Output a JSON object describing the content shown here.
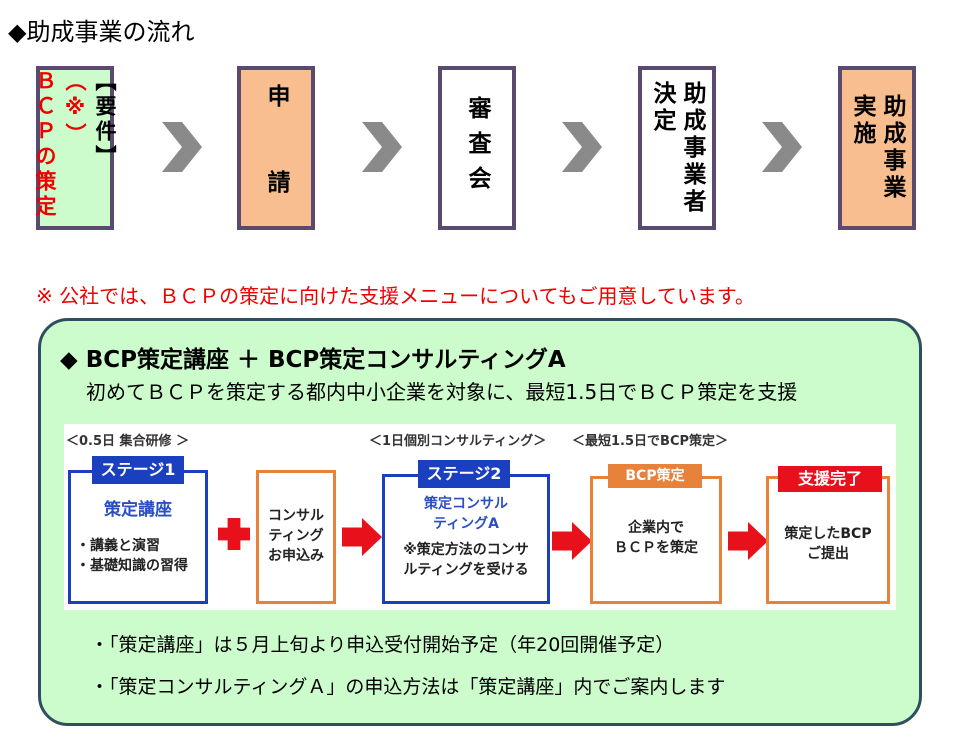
{
  "title": "◆助成事業の流れ",
  "flow": [
    {
      "col1": "【要件】",
      "col1b": "（※）",
      "col2": "ＢＣＰの策定"
    },
    {
      "text": "申　請"
    },
    {
      "text": "審査会"
    },
    {
      "col1": "助成事業者",
      "col2": "決定"
    },
    {
      "col1": "助成事業",
      "col2": "実施"
    }
  ],
  "note": "※ 公社では、ＢＣＰの策定に向けた支援メニューについてもご用意しています。",
  "panel": {
    "heading": "◆ BCP策定講座 ＋ BCP策定コンサルティングA",
    "subtitle": "初めてＢＣＰを策定する都内中小企業を対象に、最短1.5日でＢＣＰ策定を支援",
    "labels": [
      "＜0.5日 集合研修 ＞",
      "＜1日個別コンサルティング＞",
      "＜最短1.5日でBCP策定＞"
    ],
    "stage1": {
      "tag": "ステージ1",
      "title": "策定講座",
      "items": "・講義と演習\n・基礎知識の習得"
    },
    "apply": "コンサル\nティング\nお申込み",
    "stage2": {
      "tag": "ステージ2",
      "title": "策定コンサル\nティングA",
      "desc": "※策定方法のコンサ\nルティングを受ける"
    },
    "bcp": {
      "tag": "BCP策定",
      "desc": "企業内で\nＢＣＰを策定"
    },
    "done": {
      "tag": "支援完了",
      "desc": "策定したBCP\nご提出"
    },
    "bullets": [
      "・「策定講座」は５月上旬より申込受付開始予定（年20回開催予定）",
      "・「策定コンサルティングＡ」の申込方法は「策定講座」内でご案内します"
    ]
  },
  "colors": {
    "green": "#ccfccc",
    "orange": "#f8be90",
    "blue": "#1a3fbf",
    "red": "#e8101a",
    "orangeBorder": "#e8823a"
  }
}
